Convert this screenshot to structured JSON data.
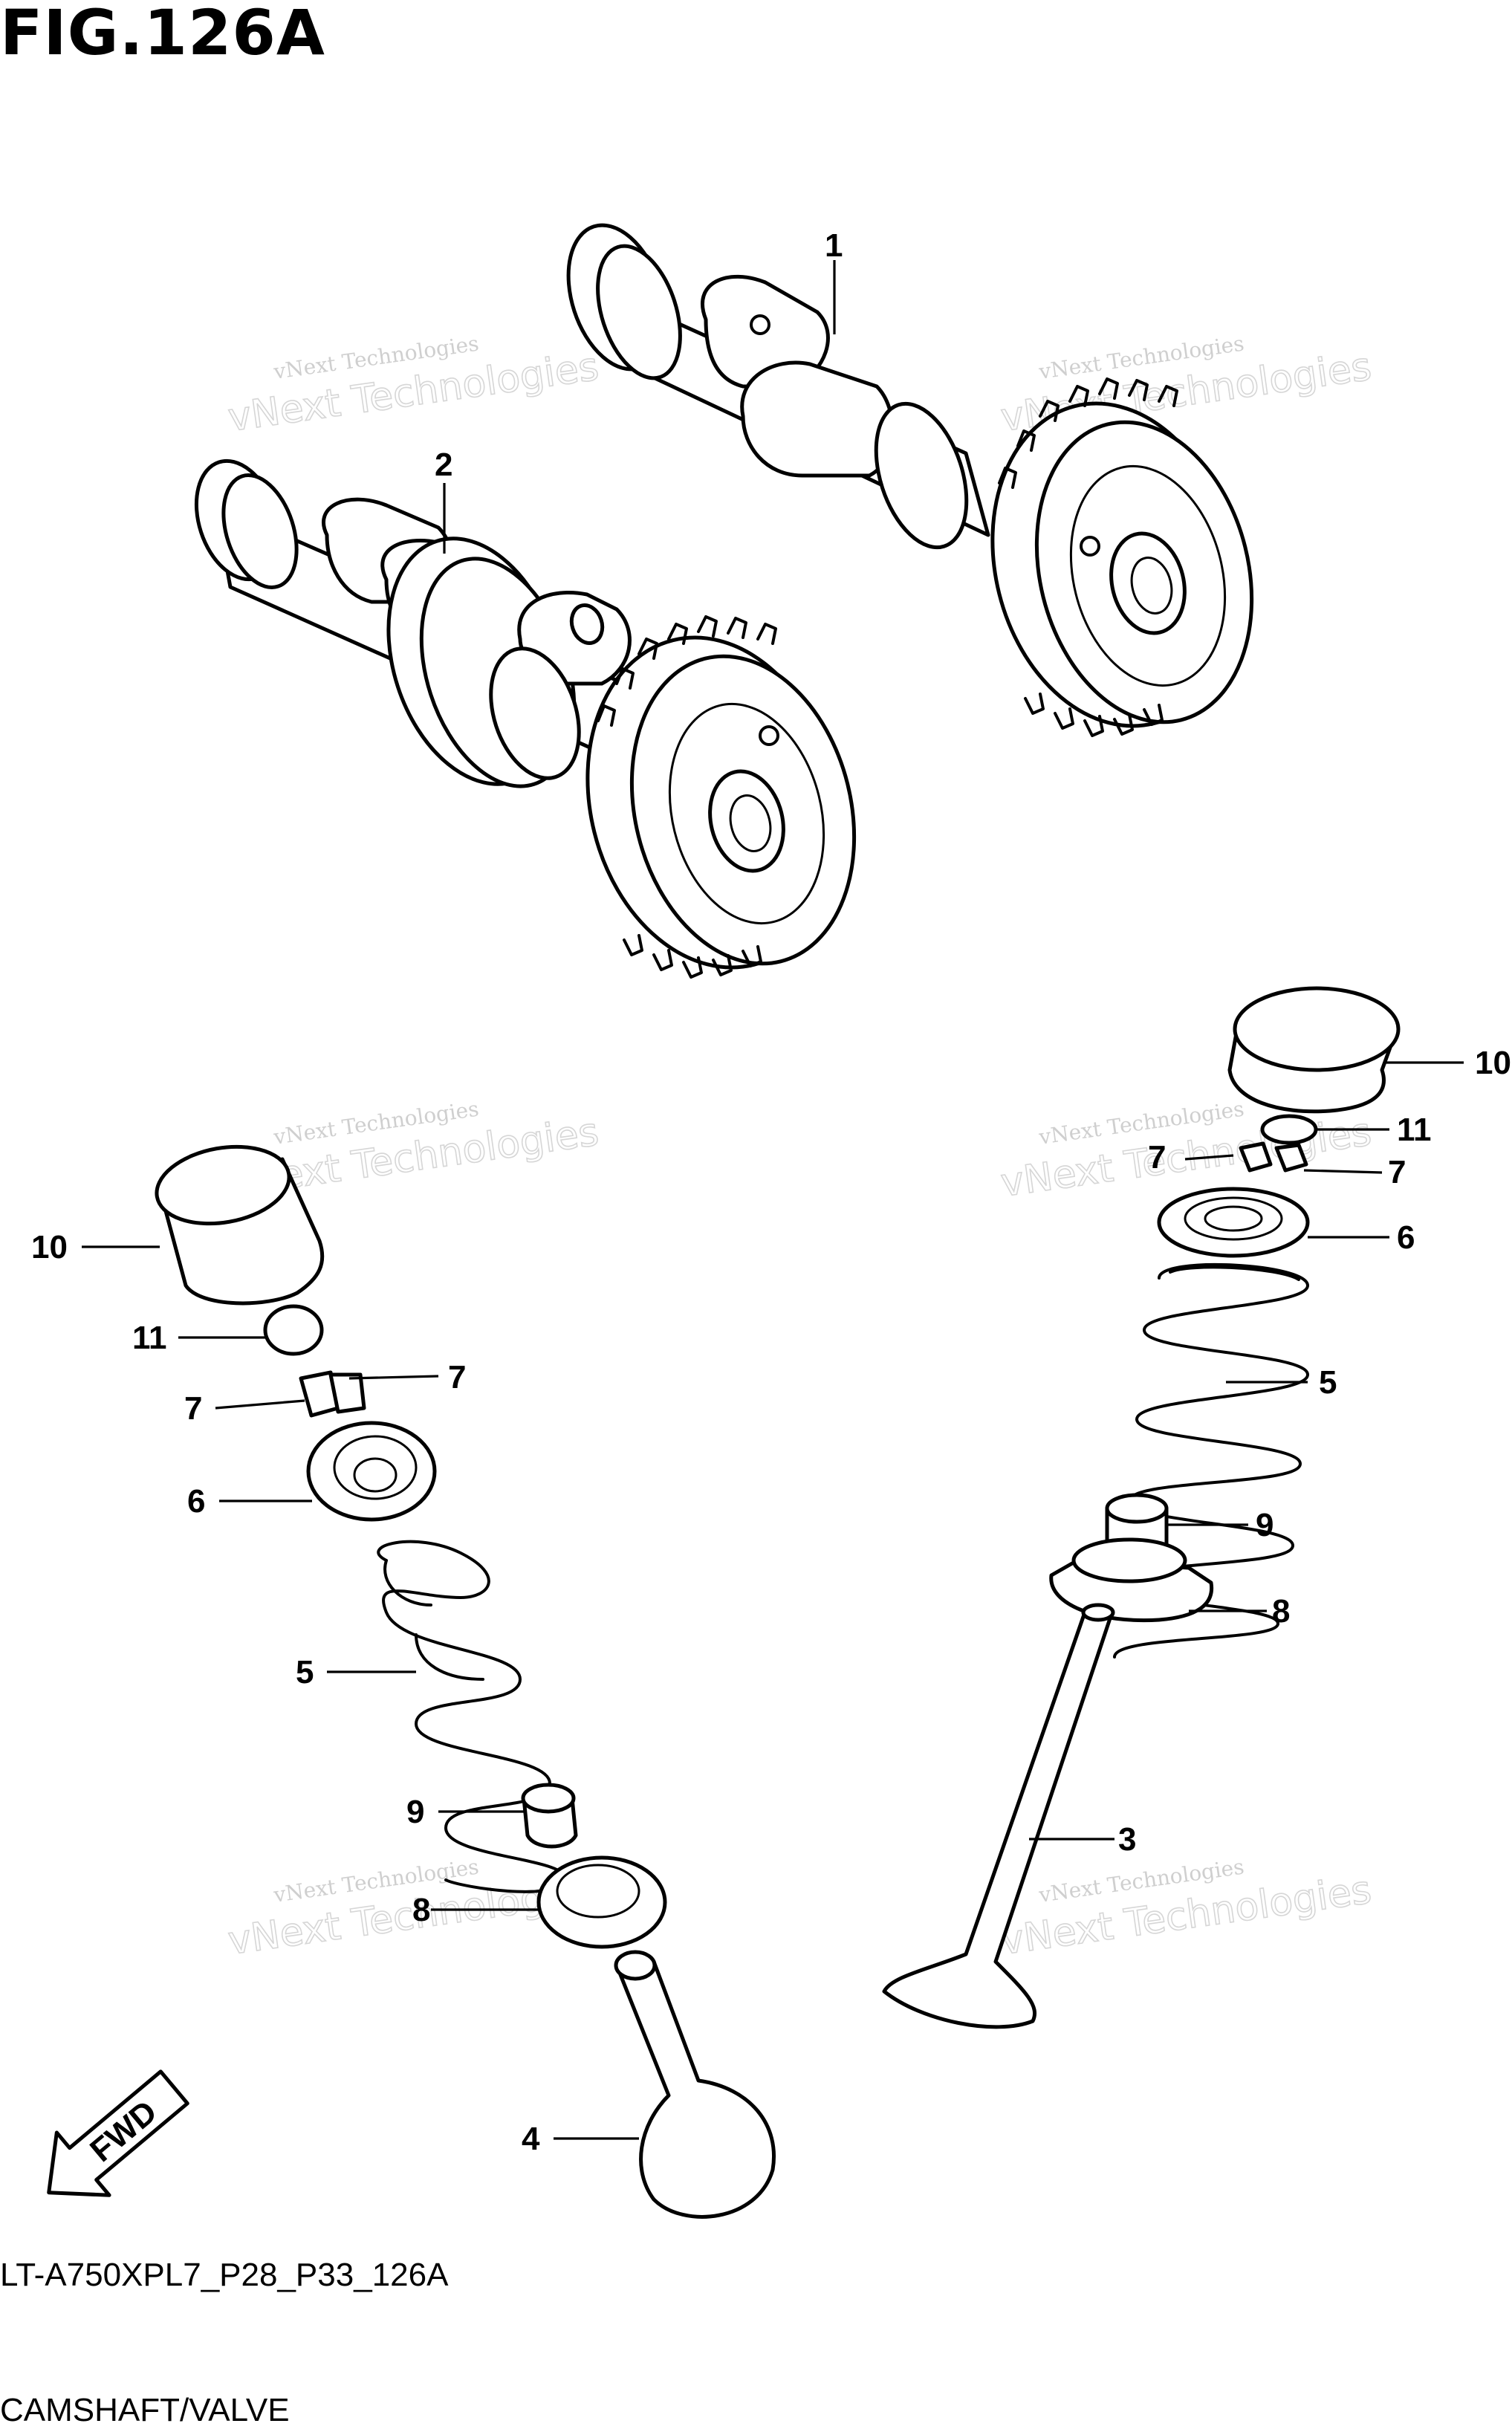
{
  "header": {
    "title": "FIG.126A"
  },
  "footer": {
    "code": "LT-A750XPL7_P28_P33_126A",
    "caption": "CAMSHAFT/VALVE"
  },
  "watermark": {
    "line1": "vNext Technologies",
    "line2": "vNext Technologies"
  },
  "fwd_label": "FWD",
  "callouts": {
    "c1": "1",
    "c2": "2",
    "r10": "10",
    "r11": "11",
    "r7a": "7",
    "r7b": "7",
    "r6": "6",
    "r5": "5",
    "r9": "9",
    "r8": "8",
    "r3": "3",
    "l10": "10",
    "l11": "11",
    "l7a": "7",
    "l7b": "7",
    "l6": "6",
    "l5": "5",
    "l9": "9",
    "l8": "8",
    "l4": "4"
  },
  "parts": [
    {
      "no": "1",
      "name": "camshaft"
    },
    {
      "no": "2",
      "name": "camshaft"
    },
    {
      "no": "3",
      "name": "valve"
    },
    {
      "no": "4",
      "name": "valve"
    },
    {
      "no": "5",
      "name": "valve-spring"
    },
    {
      "no": "6",
      "name": "spring-retainer"
    },
    {
      "no": "7",
      "name": "cotter"
    },
    {
      "no": "8",
      "name": "spring-seat"
    },
    {
      "no": "9",
      "name": "stem-seal"
    },
    {
      "no": "10",
      "name": "tappet"
    },
    {
      "no": "11",
      "name": "shim"
    }
  ]
}
